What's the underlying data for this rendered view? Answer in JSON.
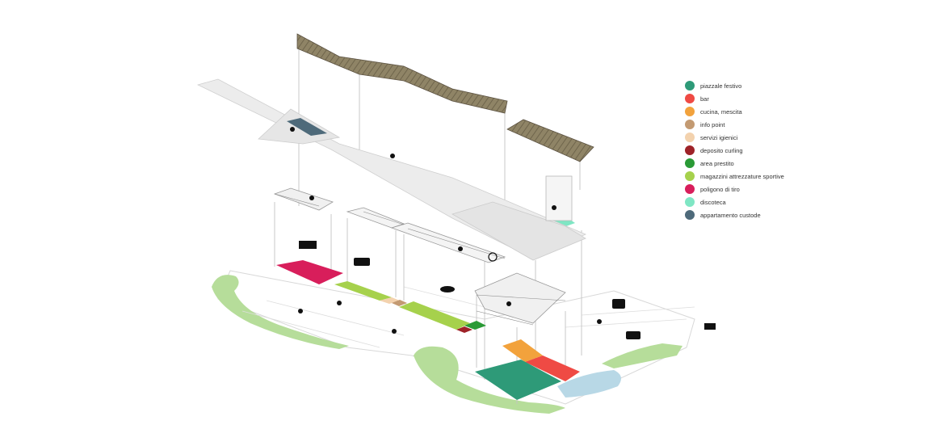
{
  "legend": [
    {
      "label": "piazzale festivo",
      "color": "#2e9a78"
    },
    {
      "label": "bar",
      "color": "#ef4a44"
    },
    {
      "label": "cucina, mescita",
      "color": "#f2a23c"
    },
    {
      "label": "info point",
      "color": "#c39a72"
    },
    {
      "label": "servizi igienici",
      "color": "#f3d2ae"
    },
    {
      "label": "deposito curling",
      "color": "#9e2228"
    },
    {
      "label": "area prestito",
      "color": "#2a9a36"
    },
    {
      "label": "magazzini attrezzature sportive",
      "color": "#a6d14c"
    },
    {
      "label": "poligono di tiro",
      "color": "#d81e5b"
    },
    {
      "label": "discoteca",
      "color": "#7fe6c4"
    },
    {
      "label": "appartamento custode",
      "color": "#4e6a7a"
    }
  ],
  "colors": {
    "roof_wood": "#8a7d5e",
    "roof_wood_dark": "#6e6248",
    "structure_line": "#b5b5b5",
    "slab_fill": "#eeeeee",
    "green_area": "#b6dd9a",
    "water": "#b8d8e6"
  }
}
